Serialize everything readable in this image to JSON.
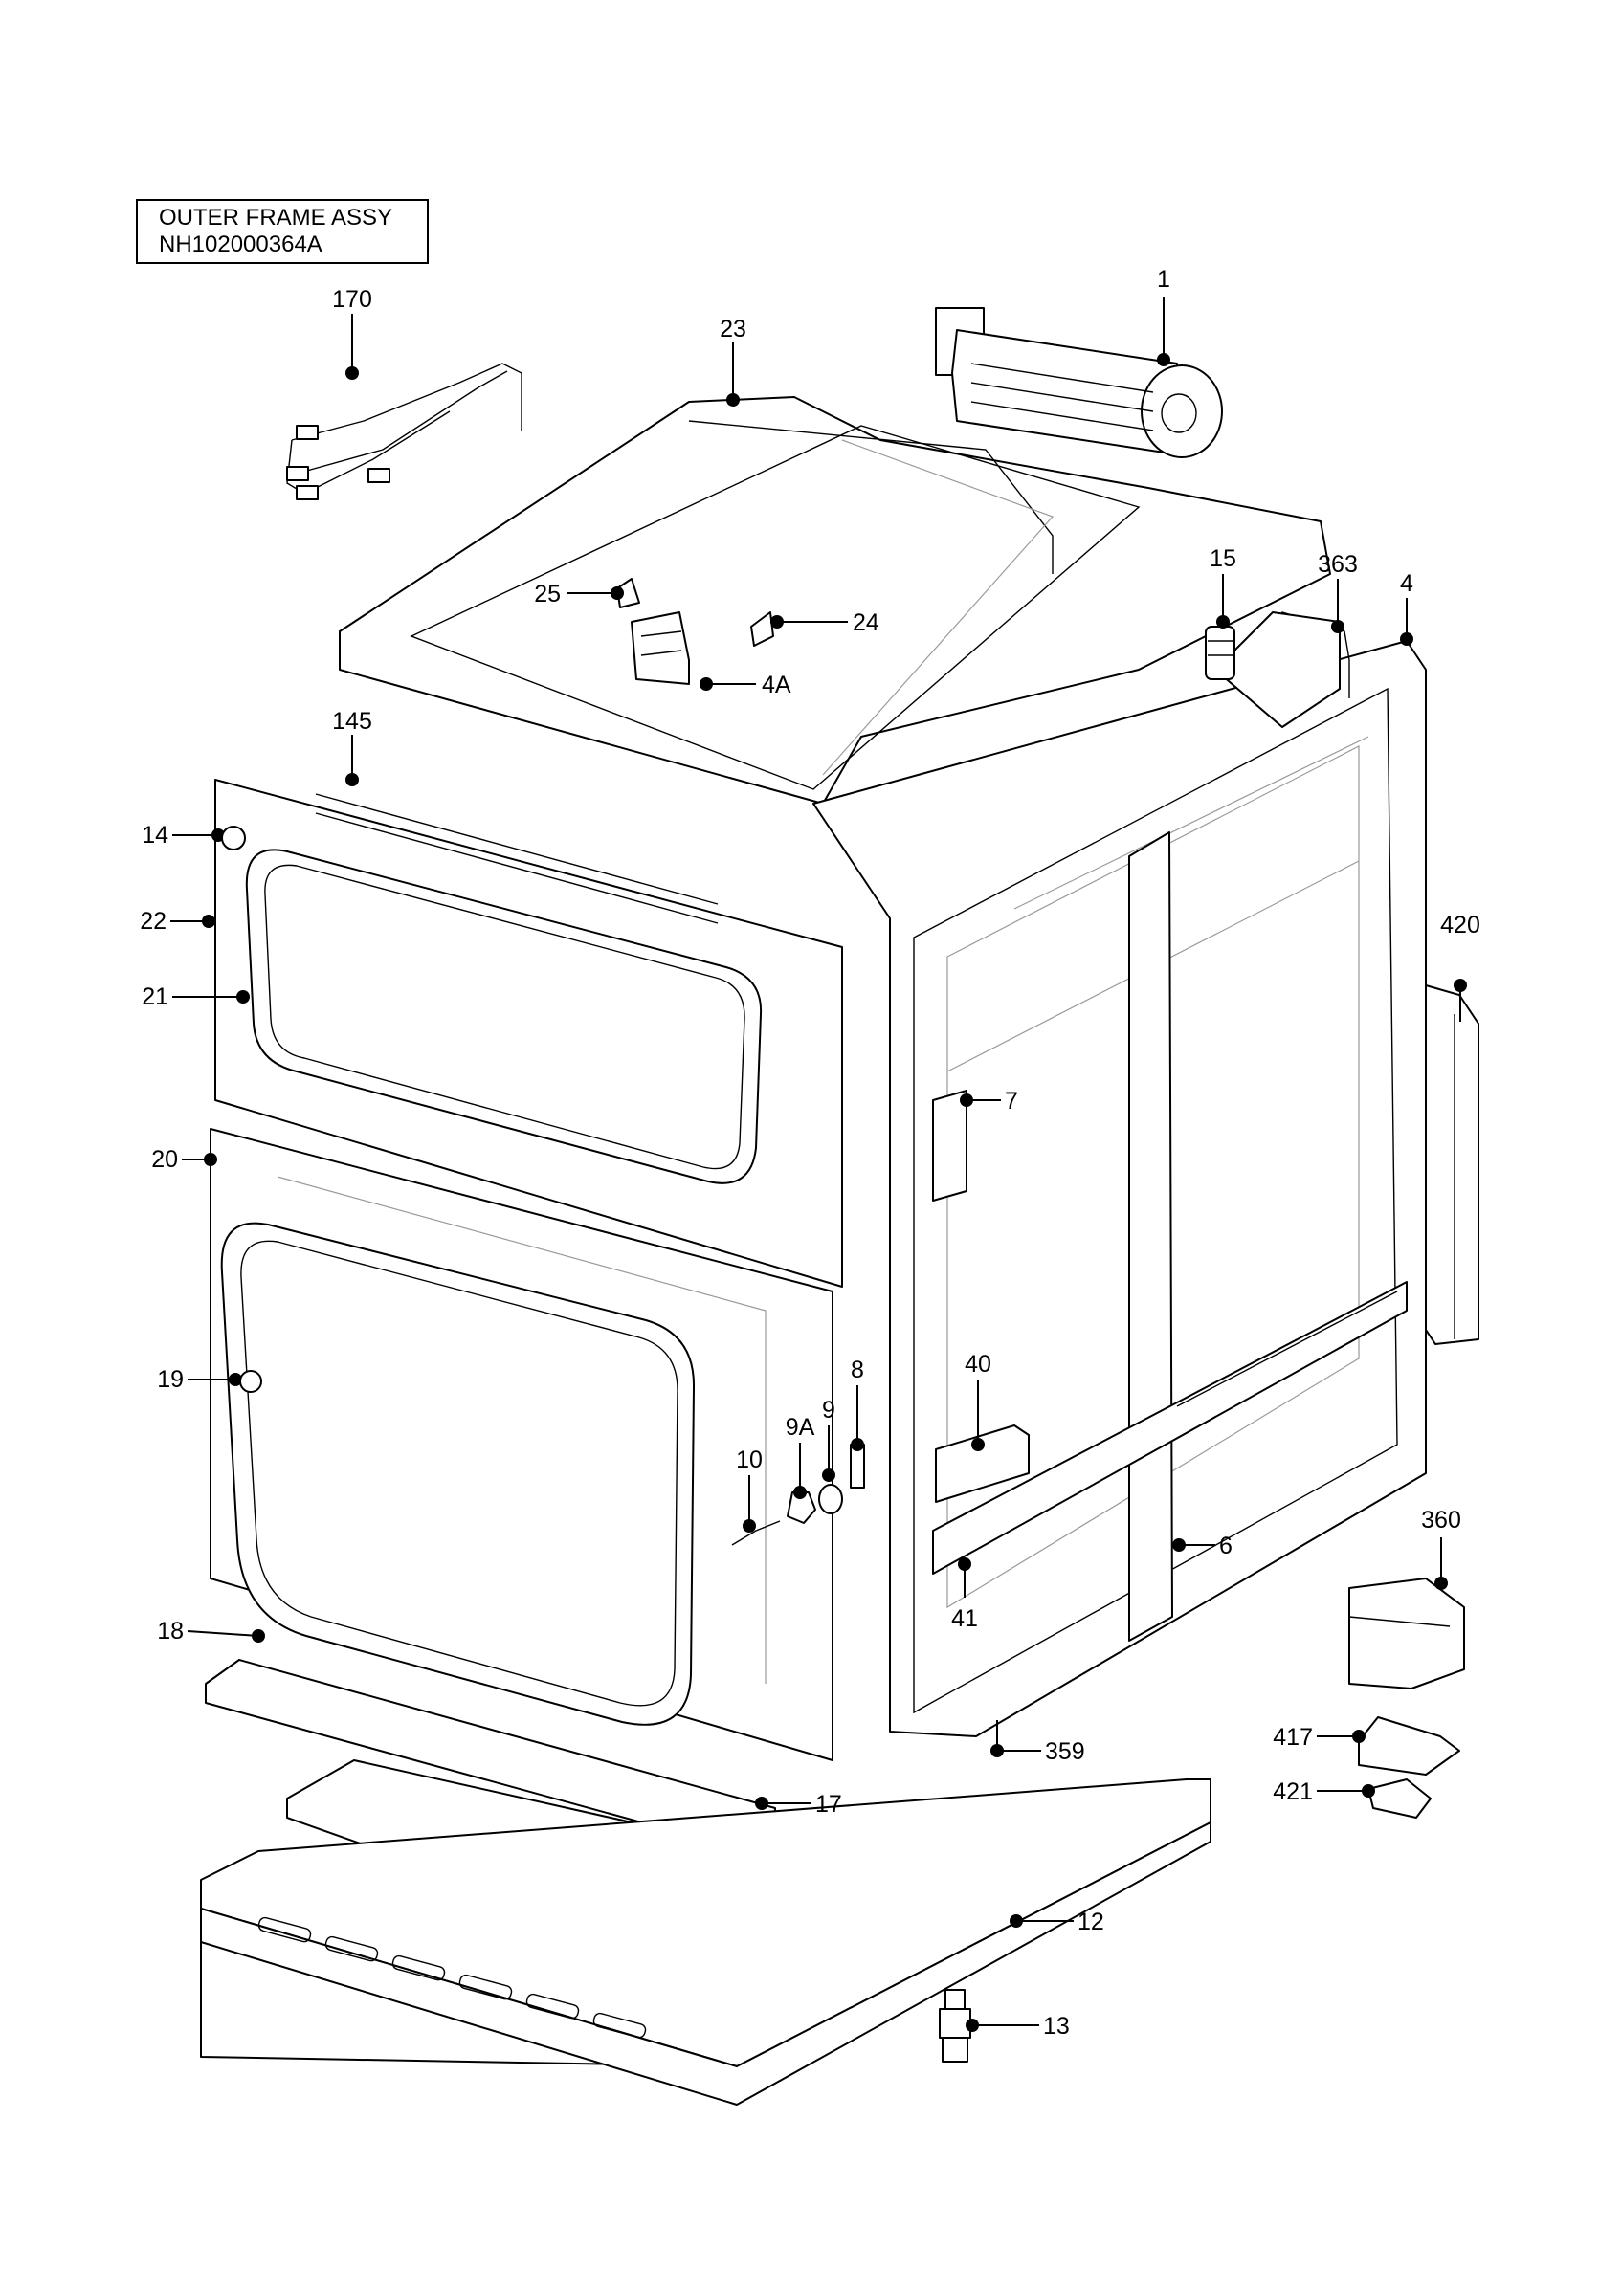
{
  "assembly": {
    "title": "OUTER FRAME ASSY",
    "part_number": "NH102000364A"
  },
  "callouts": [
    {
      "id": "c1",
      "label": "1"
    },
    {
      "id": "c170",
      "label": "170"
    },
    {
      "id": "c23",
      "label": "23"
    },
    {
      "id": "c15",
      "label": "15"
    },
    {
      "id": "c363",
      "label": "363"
    },
    {
      "id": "c4",
      "label": "4"
    },
    {
      "id": "c25",
      "label": "25"
    },
    {
      "id": "c24",
      "label": "24"
    },
    {
      "id": "c4A",
      "label": "4A"
    },
    {
      "id": "c145",
      "label": "145"
    },
    {
      "id": "c14",
      "label": "14"
    },
    {
      "id": "c22",
      "label": "22"
    },
    {
      "id": "c21",
      "label": "21"
    },
    {
      "id": "c420",
      "label": "420"
    },
    {
      "id": "c7",
      "label": "7"
    },
    {
      "id": "c20",
      "label": "20"
    },
    {
      "id": "c19",
      "label": "19"
    },
    {
      "id": "c8",
      "label": "8"
    },
    {
      "id": "c40",
      "label": "40"
    },
    {
      "id": "c9A",
      "label": "9A"
    },
    {
      "id": "c9",
      "label": "9"
    },
    {
      "id": "c10",
      "label": "10"
    },
    {
      "id": "c6",
      "label": "6"
    },
    {
      "id": "c41",
      "label": "41"
    },
    {
      "id": "c360",
      "label": "360"
    },
    {
      "id": "c18",
      "label": "18"
    },
    {
      "id": "c359",
      "label": "359"
    },
    {
      "id": "c417",
      "label": "417"
    },
    {
      "id": "c17",
      "label": "17"
    },
    {
      "id": "c421",
      "label": "421"
    },
    {
      "id": "c12",
      "label": "12"
    },
    {
      "id": "c13",
      "label": "13"
    }
  ]
}
